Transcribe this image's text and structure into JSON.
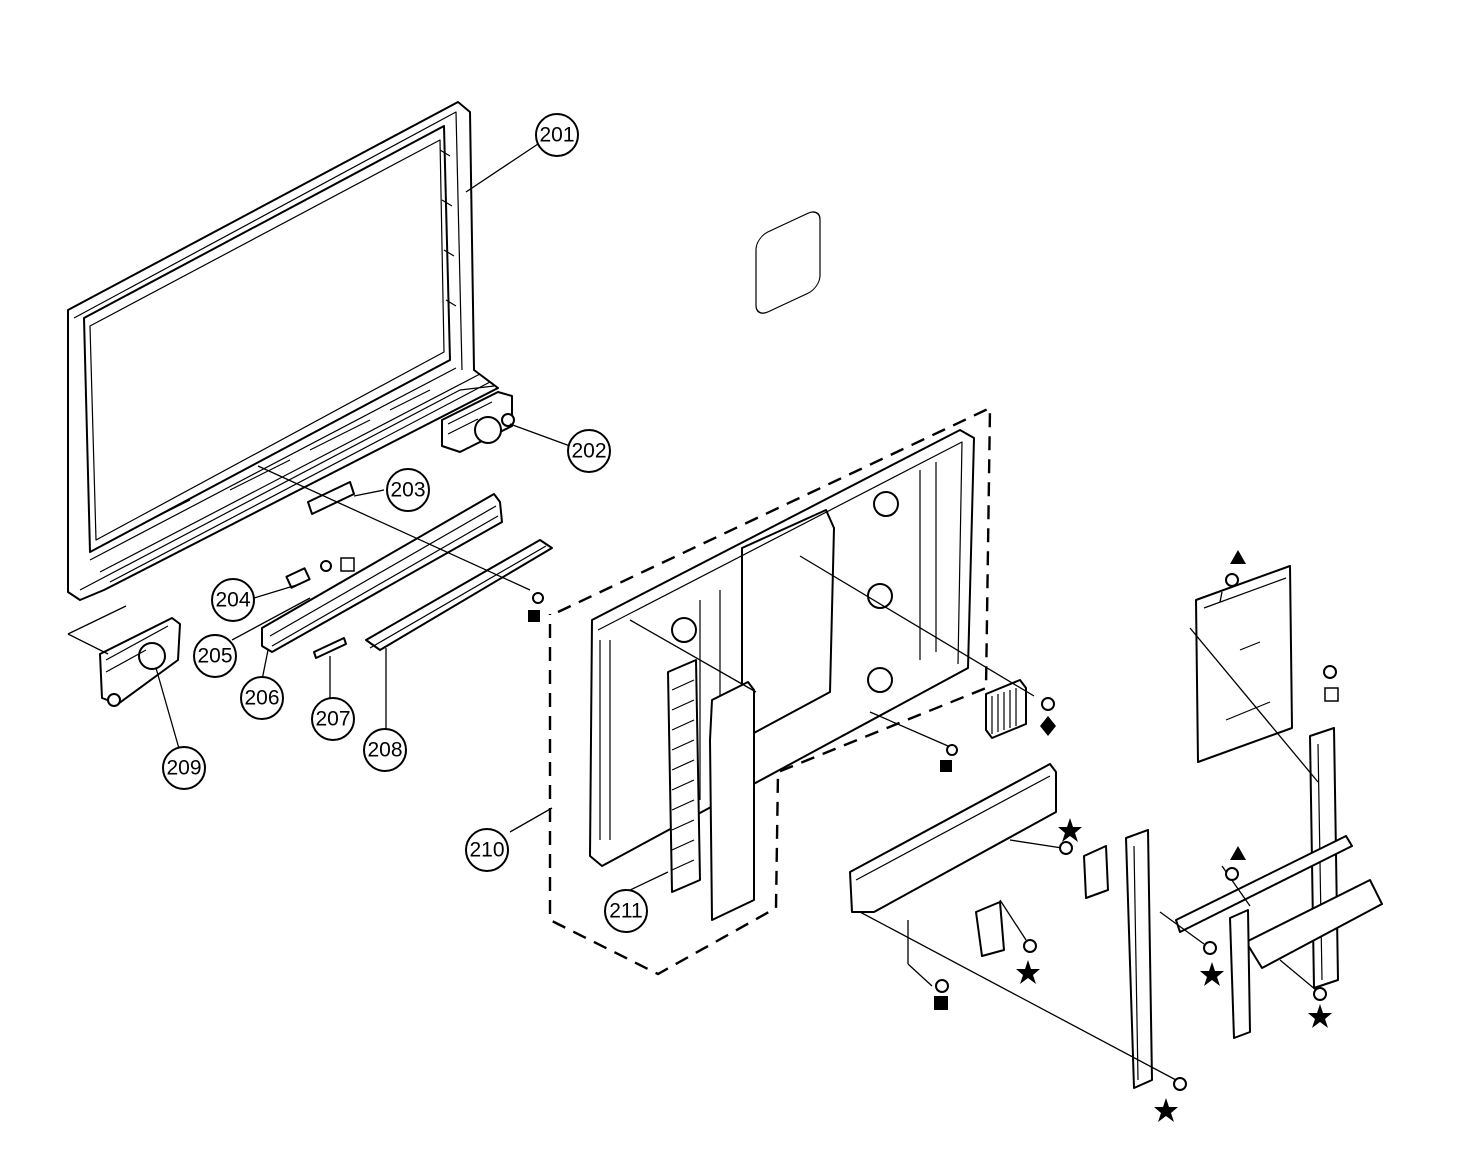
{
  "diagram": {
    "callouts": [
      {
        "id": "201",
        "label": "201"
      },
      {
        "id": "202",
        "label": "202"
      },
      {
        "id": "203",
        "label": "203"
      },
      {
        "id": "204",
        "label": "204"
      },
      {
        "id": "205",
        "label": "205"
      },
      {
        "id": "206",
        "label": "206"
      },
      {
        "id": "207",
        "label": "207"
      },
      {
        "id": "208",
        "label": "208"
      },
      {
        "id": "209",
        "label": "209"
      },
      {
        "id": "210",
        "label": "210"
      },
      {
        "id": "211",
        "label": "211"
      }
    ],
    "screw_marker_types": [
      "square-filled",
      "square-open",
      "star",
      "triangle",
      "diamond"
    ]
  }
}
